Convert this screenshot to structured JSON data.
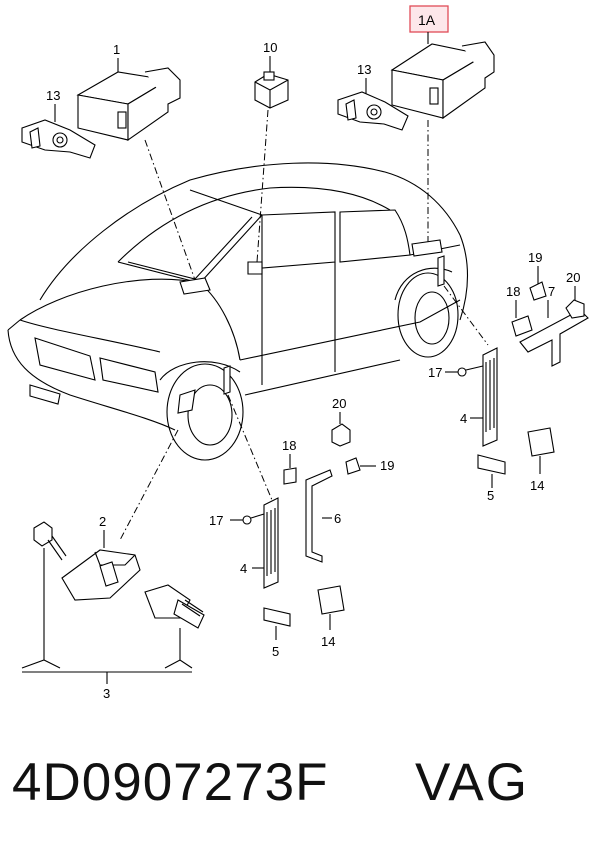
{
  "callouts": {
    "c1": "1",
    "c1A": "1A",
    "c2": "2",
    "c3": "3",
    "c4_right": "4",
    "c4_left": "4",
    "c5_right": "5",
    "c5_left": "5",
    "c6": "6",
    "c7": "7",
    "c10": "10",
    "c13_left": "13",
    "c13_right": "13",
    "c14_right": "14",
    "c14_left": "14",
    "c17_right": "17",
    "c17_left": "17",
    "c18_right": "18",
    "c18_left": "18",
    "c19_right": "19",
    "c19_left": "19",
    "c20_right": "20",
    "c20_left": "20"
  },
  "footer": {
    "part_number": "4D0907273F",
    "brand": "VAG"
  },
  "colors": {
    "highlight_border": "#e04c57",
    "highlight_fill": "#fde7ea",
    "line": "#000000"
  }
}
